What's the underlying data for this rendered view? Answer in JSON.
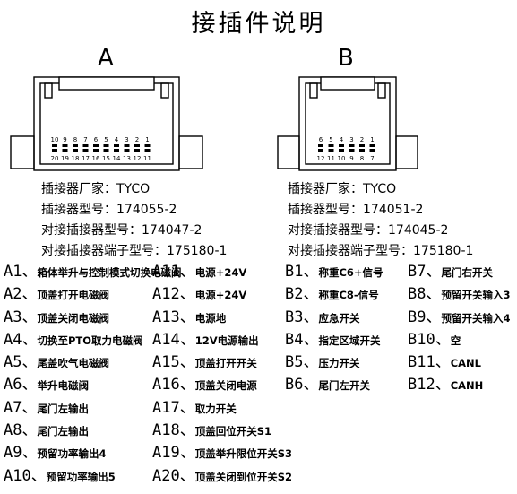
{
  "title": "接插件说明",
  "connector_a": {
    "label": "A",
    "top_row": [
      "10",
      "9",
      "8",
      "7",
      "6",
      "5",
      "4",
      "3",
      "2",
      "1"
    ],
    "bottom_row": [
      "20",
      "19",
      "18",
      "17",
      "16",
      "15",
      "14",
      "13",
      "12",
      "11"
    ],
    "manufacturer": "插接器厂家：TYCO",
    "model": "插接器型号：174055-2",
    "mating_model": "对接插接器型号：174047-2",
    "mating_terminal_model": "对接插接器端子型号：175180-1"
  },
  "connector_b": {
    "label": "B",
    "top_row": [
      "6",
      "5",
      "4",
      "3",
      "2",
      "1"
    ],
    "bottom_row": [
      "12",
      "11",
      "10",
      "9",
      "8",
      "7"
    ],
    "manufacturer": "插接器厂家：TYCO",
    "model": "插接器型号：174051-2",
    "mating_model": "对接插接器型号：174045-2",
    "mating_terminal_model": "对接插接器端子型号：175180-1"
  },
  "pins_col1": [
    {
      "code": "A1、",
      "desc": "箱体举升与控制模式切换电磁阀"
    },
    {
      "code": "A2、",
      "desc": "顶盖打开电磁阀"
    },
    {
      "code": "A3、",
      "desc": "顶盖关闭电磁阀"
    },
    {
      "code": "A4、",
      "desc": "切换至PTO取力电磁阀"
    },
    {
      "code": "A5、",
      "desc": "尾盖吹气电磁阀"
    },
    {
      "code": "A6、",
      "desc": "举升电磁阀"
    },
    {
      "code": "A7、",
      "desc": "尾门左输出"
    },
    {
      "code": "A8、",
      "desc": "尾门左输出"
    },
    {
      "code": "A9、",
      "desc": "预留功率输出4"
    },
    {
      "code": "A10、",
      "desc": "预留功率输出5"
    }
  ],
  "pins_col2": [
    {
      "code": "A11、",
      "desc": "电源+24V"
    },
    {
      "code": "A12、",
      "desc": "电源+24V"
    },
    {
      "code": "A13、",
      "desc": "电源地"
    },
    {
      "code": "A14、",
      "desc": "12V电源输出"
    },
    {
      "code": "A15、",
      "desc": "顶盖打开开关"
    },
    {
      "code": "A16、",
      "desc": "顶盖关闭电源"
    },
    {
      "code": "A17、",
      "desc": "取力开关"
    },
    {
      "code": "A18、",
      "desc": "顶盖回位开关S1"
    },
    {
      "code": "A19、",
      "desc": "顶盖举升限位开关S3"
    },
    {
      "code": "A20、",
      "desc": "顶盖关闭到位开关S2"
    }
  ],
  "pins_col3": [
    {
      "code": "B1、",
      "desc": "称重C6+信号"
    },
    {
      "code": "B2、",
      "desc": "称重C8-信号"
    },
    {
      "code": "B3、",
      "desc": "应急开关"
    },
    {
      "code": "B4、",
      "desc": "指定区域开关"
    },
    {
      "code": "B5、",
      "desc": "压力开关"
    },
    {
      "code": "B6、",
      "desc": "尾门左开关"
    }
  ],
  "pins_col4": [
    {
      "code": "B7、",
      "desc": "尾门右开关"
    },
    {
      "code": "B8、",
      "desc": "预留开关输入3"
    },
    {
      "code": "B9、",
      "desc": "预留开关输入4"
    },
    {
      "code": "B10、",
      "desc": "空"
    },
    {
      "code": "B11、",
      "desc": "CANL"
    },
    {
      "code": "B12、",
      "desc": "CANH"
    }
  ]
}
